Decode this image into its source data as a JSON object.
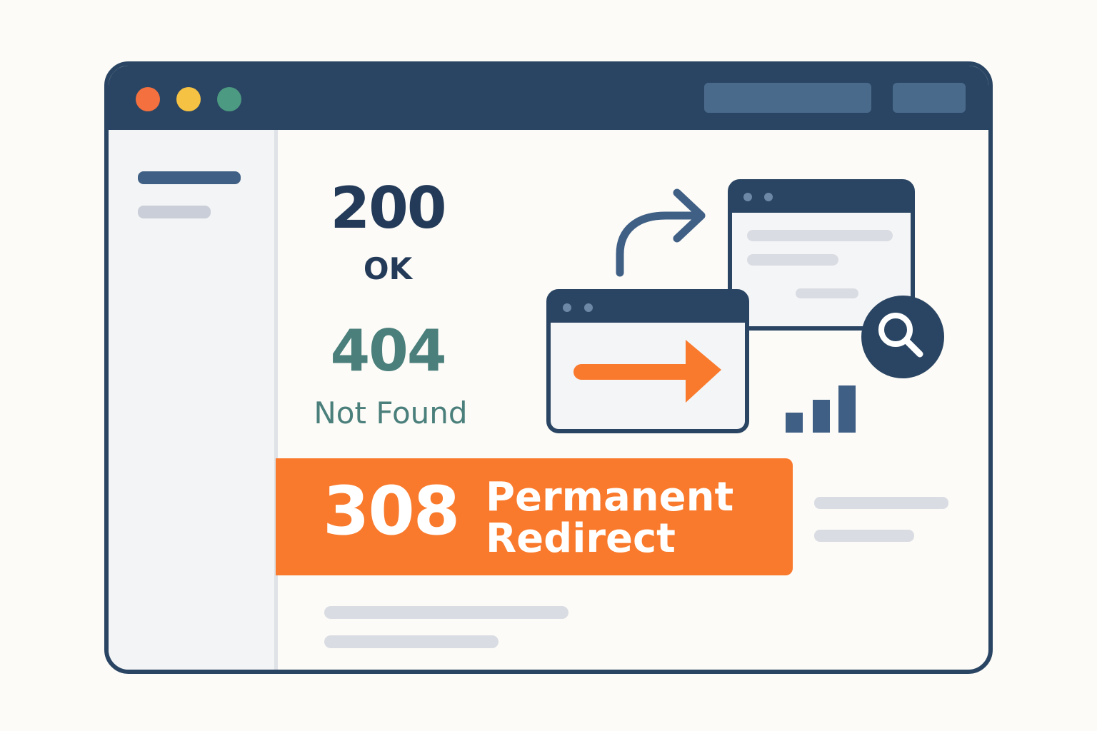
{
  "colors": {
    "titlebar": "#2a4563",
    "traffic_red": "#f4703f",
    "traffic_yellow": "#f6c243",
    "traffic_green": "#4d9a82",
    "accent_orange": "#f97a2c",
    "navy": "#233a58",
    "teal": "#4a7f7b"
  },
  "status": {
    "ok": {
      "code": "200",
      "label": "OK"
    },
    "not_found": {
      "code": "404",
      "label": "Not Found"
    },
    "redirect": {
      "code": "308",
      "label_line1": "Permanent",
      "label_line2": "Redirect"
    }
  },
  "icons": {
    "redirect_arrow": "curved-arrow-icon",
    "forward_arrow": "arrow-right-icon",
    "search": "magnifier-icon",
    "chart": "bar-chart-icon"
  }
}
